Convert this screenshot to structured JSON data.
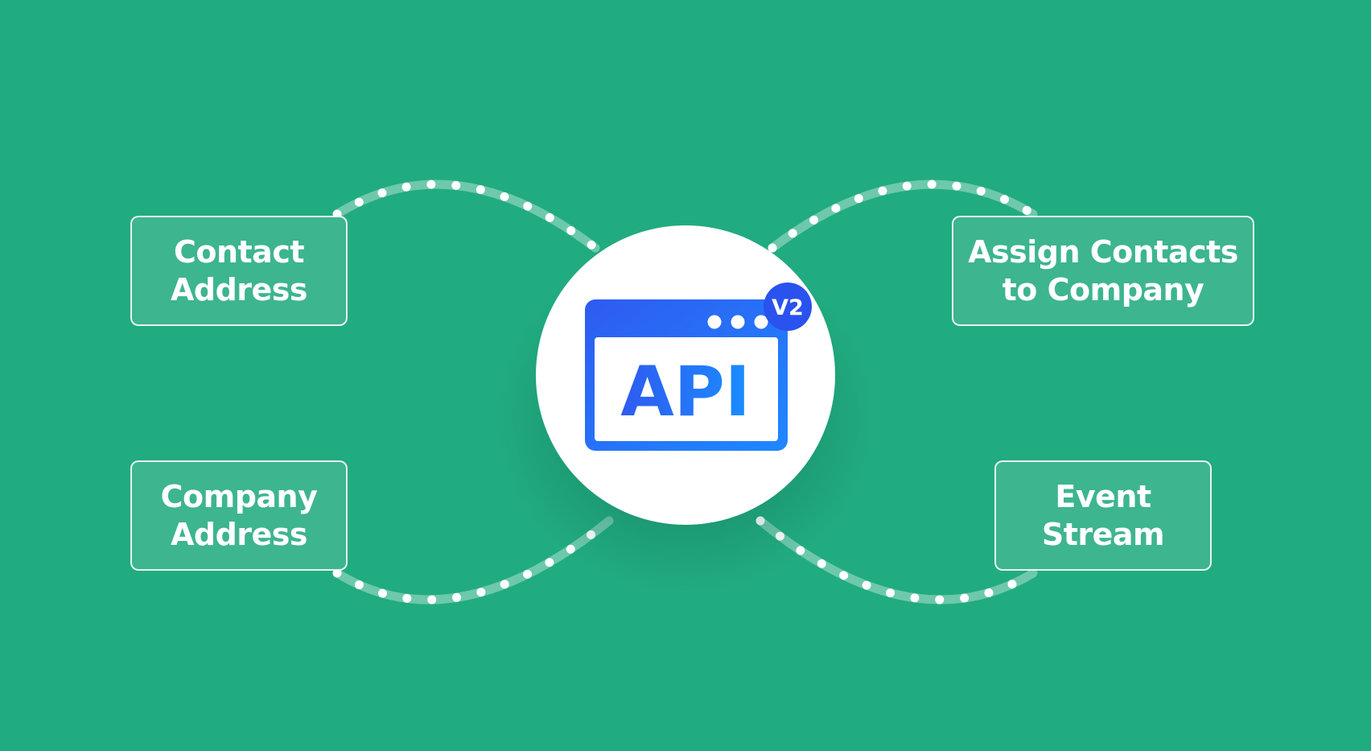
{
  "colors": {
    "background": "#21ab80",
    "box_fill": "#3db58f",
    "box_border": "#ffffff",
    "connector": "#ffffff",
    "api_blue": "#2f5bf0",
    "api_blue_light": "#1e88ff",
    "circle": "#ffffff"
  },
  "hub": {
    "icon": "api-window-icon",
    "label": "API",
    "badge": "V2"
  },
  "nodes": [
    {
      "id": "contact-address",
      "lines": [
        "Contact",
        "Address"
      ]
    },
    {
      "id": "company-address",
      "lines": [
        "Company",
        "Address"
      ]
    },
    {
      "id": "assign-contacts",
      "lines": [
        "Assign Contacts",
        "to Company"
      ]
    },
    {
      "id": "event-stream",
      "lines": [
        "Event",
        "Stream"
      ]
    }
  ]
}
